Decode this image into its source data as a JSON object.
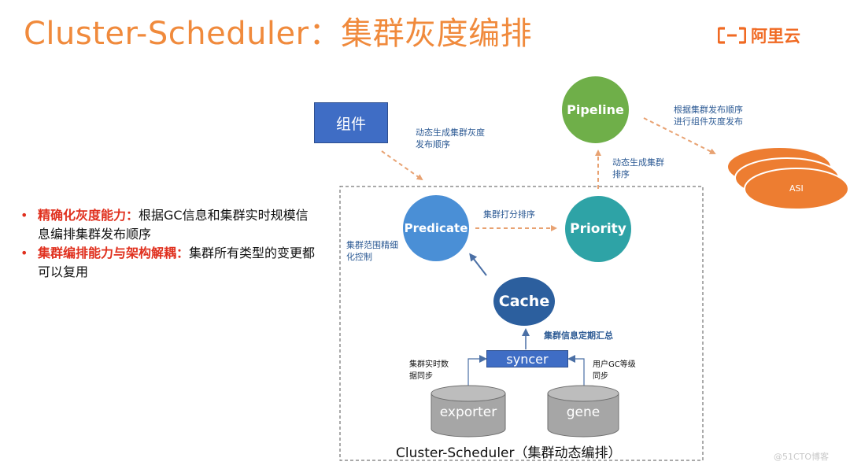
{
  "title": "Cluster-Scheduler：集群灰度编排",
  "logo": {
    "text": "阿里云",
    "icon": "aliyun-logo-icon"
  },
  "bullets": [
    {
      "key": "精确化灰度能力：",
      "text": "根据GC信息和集群实时规模信息编排集群发布顺序"
    },
    {
      "key": "集群编排能力与架构解耦：",
      "text": "集群所有类型的变更都可以复用"
    }
  ],
  "diagram": {
    "component": "组件",
    "component_note": [
      "动态生成集群灰度",
      "发布顺序"
    ],
    "pipeline": "Pipeline",
    "pipeline_note": [
      "根据集群发布顺序",
      "进行组件灰度发布"
    ],
    "priority_note": [
      "动态生成集群",
      "排序"
    ],
    "asi": "ASI",
    "predicate": "Predicate",
    "priority": "Priority",
    "score_note": "集群打分排序",
    "range_note": [
      "集群范围精细",
      "化控制"
    ],
    "cache": "Cache",
    "summary_note": "集群信息定期汇总",
    "syncer": "syncer",
    "realtime_note": [
      "集群实时数",
      "据同步"
    ],
    "gc_note": [
      "用户GC等级",
      "同步"
    ],
    "exporter": "exporter",
    "gene": "gene",
    "caption": "Cluster-Scheduler（集群动态编排）"
  },
  "watermark": "@51CTO博客",
  "colors": {
    "title": "#F08A3C",
    "accent_red": "#E0301E",
    "box_blue": "#3F6DC5",
    "predicate": "#4A8FD6",
    "priority": "#2EA3A6",
    "pipeline": "#6FAF49",
    "cache": "#2C5F9E",
    "asi": "#ED7D31",
    "arrow_orange": "#E8A272",
    "cylinder_gray": "#A6A6A6"
  }
}
